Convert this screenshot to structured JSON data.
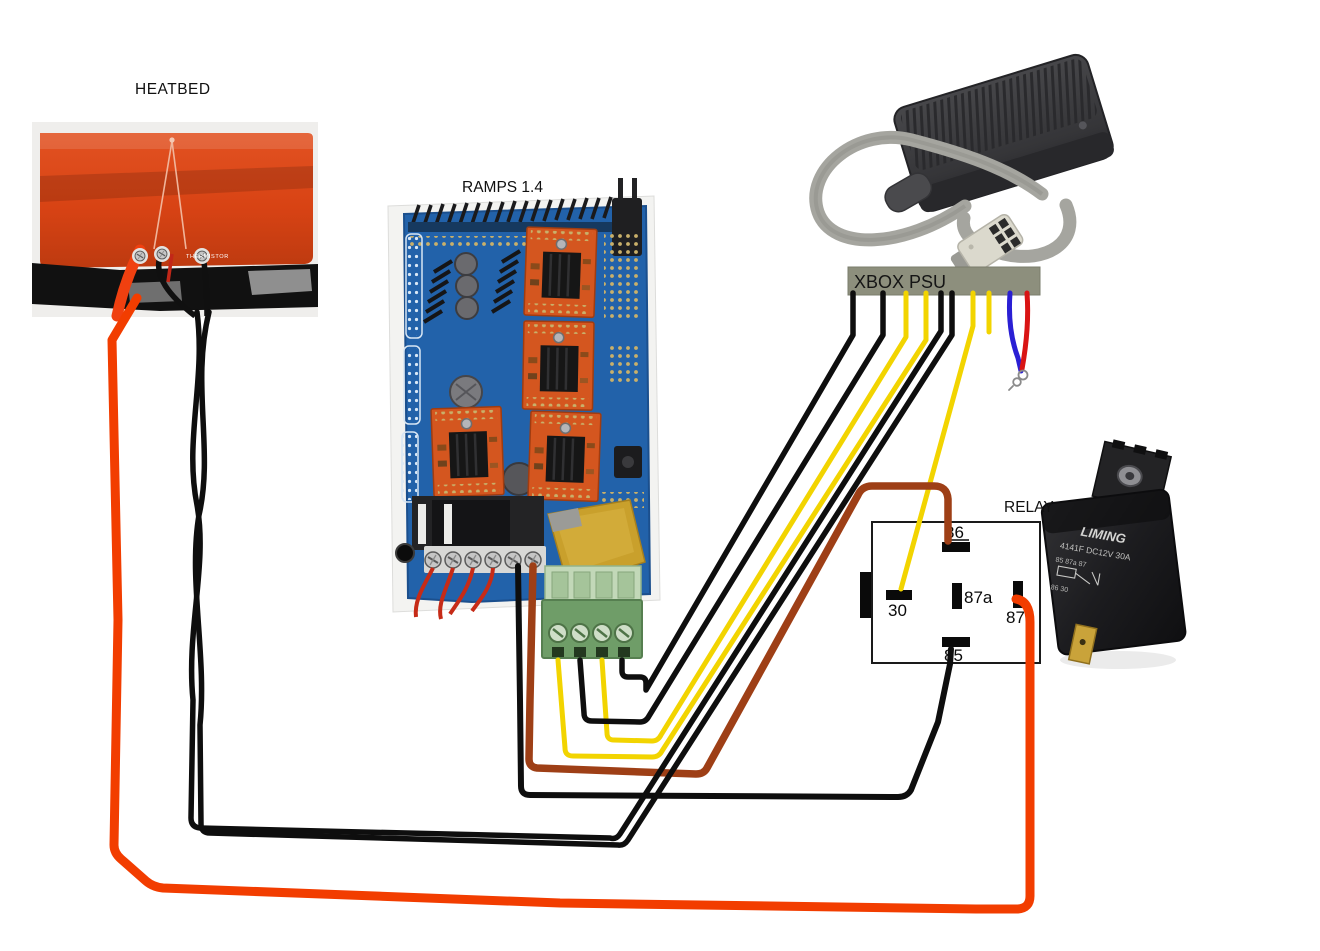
{
  "labels": {
    "heatbed": "HEATBED",
    "ramps": "RAMPS 1.4",
    "xbox_psu": "XBOX PSU",
    "relay": "RELAY"
  },
  "relay_diagram": {
    "pins": [
      {
        "label": "86"
      },
      {
        "label": "30"
      },
      {
        "label": "87a"
      },
      {
        "label": "87"
      },
      {
        "label": "85"
      }
    ]
  },
  "heatbed_photo": {
    "thermistor_label": "THERMISTOR"
  },
  "relay_photo": {
    "brand": "LIMING",
    "spec": "4141F DC12V 30A",
    "pins_top": "85   87a   87",
    "pins_bottom": "86      30"
  },
  "colors": {
    "psu_bar_bg": "#8d8f7d",
    "heatbed_orange": "#d94518",
    "pcb_blue": "#2262aa",
    "driver_orange": "#d4561f",
    "terminal_green": "#6f9d68",
    "gold_flag": "#c9a02c"
  },
  "wires": {
    "heatbed_positive": {
      "name": "heatbed positive to relay 87",
      "color": "#f23d00"
    },
    "heatbed_ground_a": {
      "name": "heatbed ground to psu black",
      "color": "#0e0e0e"
    },
    "heatbed_ground_b": {
      "name": "heatbed ground to psu black",
      "color": "#0e0e0e"
    },
    "d8_negative": {
      "name": "ramps output negative to relay 85",
      "color": "#0e0e0e"
    },
    "d8_positive": {
      "name": "ramps output positive to relay 86",
      "color": "#9e3f16"
    },
    "psu_black_1": {
      "name": "psu ground to ramps input",
      "color": "#0e0e0e"
    },
    "psu_black_2": {
      "name": "psu ground to ramps input",
      "color": "#0e0e0e"
    },
    "psu_yellow_1": {
      "name": "psu 12v to ramps input",
      "color": "#f2d400"
    },
    "psu_yellow_2": {
      "name": "psu 12v to ramps input",
      "color": "#f2d400"
    },
    "psu_yellow_relay30": {
      "name": "psu 12v to relay 30",
      "color": "#f2d400"
    },
    "psu_yellow_stub": {
      "name": "psu 12v stub",
      "color": "#f2d400"
    },
    "psu_sense_blue": {
      "name": "psu enable wire",
      "color": "#2a1fd4"
    },
    "psu_sense_red": {
      "name": "psu enable wire",
      "color": "#d91414"
    }
  }
}
